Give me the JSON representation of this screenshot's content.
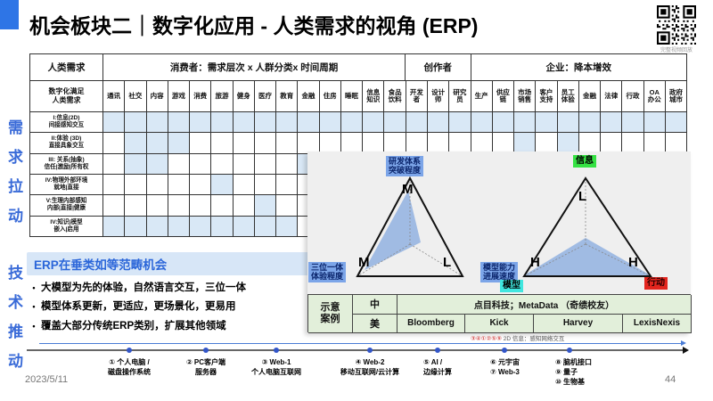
{
  "header": {
    "title": "机会板块二｜数字化应用 - 人类需求的视角 (ERP)",
    "qr_caption": "完整视频回放"
  },
  "side_labels": {
    "demand": "需求拉动",
    "tech": "技术推动"
  },
  "table": {
    "corner_top": "人类需求",
    "corner_bottom": "数字化满足\n人类需求",
    "groups": [
      {
        "label": "消费者：需求层次 x 人群分类x 时间周期",
        "span": 14
      },
      {
        "label": "创作者",
        "span": 3
      },
      {
        "label": "企业：降本增效",
        "span": 10
      }
    ],
    "columns": [
      "通讯",
      "社交",
      "内容",
      "游戏",
      "消费",
      "旅游",
      "健身",
      "医疗",
      "教育",
      "金融",
      "住房",
      "睡眠",
      "信息\n知识",
      "食品\n饮料",
      "开发\n者",
      "设计\n师",
      "研究\n员",
      "生产",
      "供应\n链",
      "市场\n销售",
      "客户\n支持",
      "员工\n体验",
      "金融",
      "法律",
      "行政",
      "OA\n办公",
      "政府\n城市"
    ],
    "rows": [
      {
        "label": "I:信息(2D)\n间接感知交互",
        "shaded": [
          1,
          2,
          3,
          4,
          5,
          6,
          7,
          8,
          9,
          10,
          11,
          12,
          13,
          14,
          15,
          16,
          17,
          18,
          19,
          20,
          21,
          22,
          23,
          24,
          25,
          26,
          27
        ]
      },
      {
        "label": "II:体验 (3D)\n直接具象交互",
        "shaded": [
          2,
          3,
          4,
          20,
          22
        ]
      },
      {
        "label": "III: 关系(抽象)\n信任|激励|所有权",
        "shaded": [
          2,
          3,
          10
        ]
      },
      {
        "label": "IV:物理外部环境\n就地|直接",
        "shaded": [
          6
        ]
      },
      {
        "label": "V:生理内部感知\n内部|直接|健康",
        "shaded": [
          8
        ]
      },
      {
        "label": "IV:知识|模型\n嵌入|启用",
        "shaded": [
          1,
          2,
          3,
          4,
          5,
          6,
          7,
          8,
          9
        ]
      }
    ]
  },
  "erp_block": {
    "title": "ERP在垂类如等范畴机会",
    "bullets": [
      "大模型为先的体验，自然语言交互，三位一体",
      "模型体系更新，更适应，更场景化，更易用",
      "覆盖大部分传统ERP类别，扩展其他领域"
    ]
  },
  "overlay": {
    "left_triangle": {
      "axis_top_label": "研发体系\n突破程度",
      "axis_left_label": "三位一体\n体验程度",
      "axis_right_label": "模型能力\n进展速度",
      "value_top": "M",
      "value_left": "M",
      "value_right": "L"
    },
    "right_triangle": {
      "axis_top_label": "信息",
      "axis_left_label": "模型",
      "axis_right_label": "行动",
      "value_top": "L",
      "value_left": "H",
      "value_right": "H"
    }
  },
  "chart_data": [
    {
      "type": "radar",
      "title": "ERP 评估三角（左）",
      "axes": [
        "研发体系突破程度",
        "三位一体体验程度",
        "模型能力进展速度"
      ],
      "values": [
        "M",
        "M",
        "L"
      ]
    },
    {
      "type": "radar",
      "title": "信息-模型-行动三角（右）",
      "axes": [
        "信息",
        "模型",
        "行动"
      ],
      "values": [
        "L",
        "H",
        "H"
      ]
    }
  ],
  "cases": {
    "header": "示意\n案例",
    "rows": [
      {
        "region": "中",
        "cells": [
          "点目科技；MetaData （奇绩校友）"
        ]
      },
      {
        "region": "美",
        "cells": [
          "Bloomberg",
          "Kick",
          "Harvey",
          "LexisNexis"
        ]
      }
    ]
  },
  "footnote": {
    "red": "③④①②⑤⑨",
    "text": "2D 信息：感知网络交互"
  },
  "timeline": {
    "items": [
      "① 个人电脑 /\n磁盘操作系统",
      "② PC客户端\n服务器",
      "③ Web-1\n个人电脑互联网",
      "④ Web-2\n移动互联网/云计算",
      "⑤ AI /\n边缘计算",
      "⑥ 元宇宙\n⑦ Web-3",
      "⑧ 脑机接口\n⑨ 量子\n⑩ 生物基"
    ]
  },
  "footer": {
    "date": "2023/5/11",
    "page": "44"
  }
}
